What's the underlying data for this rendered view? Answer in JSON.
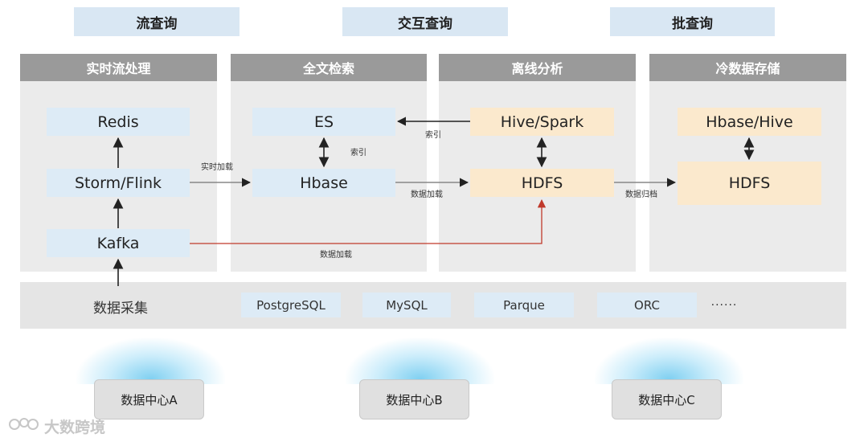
{
  "categories": {
    "stream": "流查询",
    "interactive": "交互查询",
    "batch": "批查询"
  },
  "columns": {
    "realtime": {
      "title": "实时流处理",
      "redis": "Redis",
      "storm": "Storm/Flink",
      "kafka": "Kafka"
    },
    "fulltext": {
      "title": "全文检索",
      "es": "ES",
      "hbase": "Hbase"
    },
    "offline": {
      "title": "离线分析",
      "hive_spark": "Hive/Spark",
      "hdfs": "HDFS"
    },
    "cold": {
      "title": "冷数据存储",
      "hbase_hive": "Hbase/Hive",
      "hdfs": "HDFS"
    }
  },
  "edge_labels": {
    "realtime_load": "实时加载",
    "index_vertical": "索引",
    "index_horizontal": "索引",
    "data_load_hbase": "数据加载",
    "data_archive": "数据归档",
    "data_load_kafka": "数据加载"
  },
  "collection": {
    "label": "数据采集",
    "sources": [
      "PostgreSQL",
      "MySQL",
      "Parque",
      "ORC"
    ],
    "more": "······"
  },
  "datacenters": [
    "数据中心A",
    "数据中心B",
    "数据中心C"
  ],
  "watermark": "大数跨境",
  "colors": {
    "category_bg": "#d9e7f3",
    "column_header": "#9a9a9a",
    "blue_box": "#ddebf6",
    "orange_box": "#fbe9cd",
    "red_arrow": "#c0392b"
  },
  "icons": {
    "watermark_logo": "logo-icon"
  }
}
